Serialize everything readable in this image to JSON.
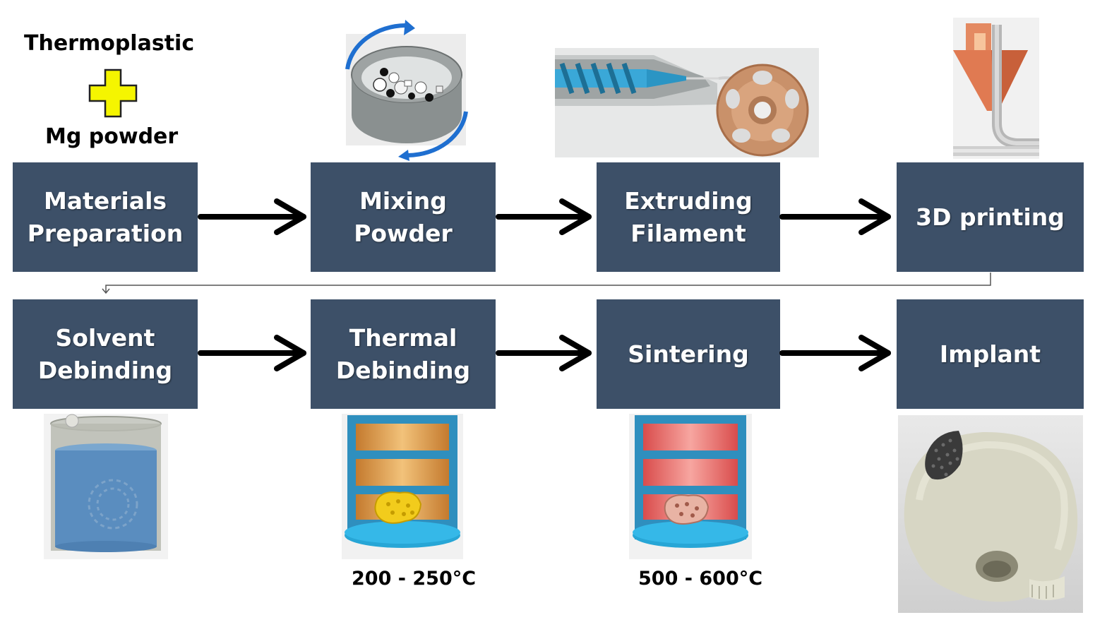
{
  "inputs": {
    "top": "Thermoplastic",
    "bottom": "Mg powder"
  },
  "steps": [
    {
      "line1": "Materials",
      "line2": "Preparation"
    },
    {
      "line1": "Mixing",
      "line2": "Powder"
    },
    {
      "line1": "Extruding",
      "line2": "Filament"
    },
    {
      "line1": "3D printing",
      "line2": ""
    },
    {
      "line1": "Solvent",
      "line2": "Debinding"
    },
    {
      "line1": "Thermal",
      "line2": "Debinding"
    },
    {
      "line1": "Sintering",
      "line2": ""
    },
    {
      "line1": "Implant",
      "line2": ""
    }
  ],
  "temperatures": {
    "thermal": "200 - 250°C",
    "sintering": "500 - 600°C"
  },
  "colors": {
    "box": "#3d5068",
    "plus": "#f5f500",
    "arrow_blue": "#1f6fd0"
  },
  "icons": {
    "plus": "plus-icon",
    "mixing": "rotating-drum-icon",
    "extruder": "screw-extruder-icon",
    "nozzle": "print-nozzle-icon",
    "solvent": "solvent-bath-icon",
    "furnace": "furnace-icon",
    "implant": "skull-implant-icon"
  }
}
